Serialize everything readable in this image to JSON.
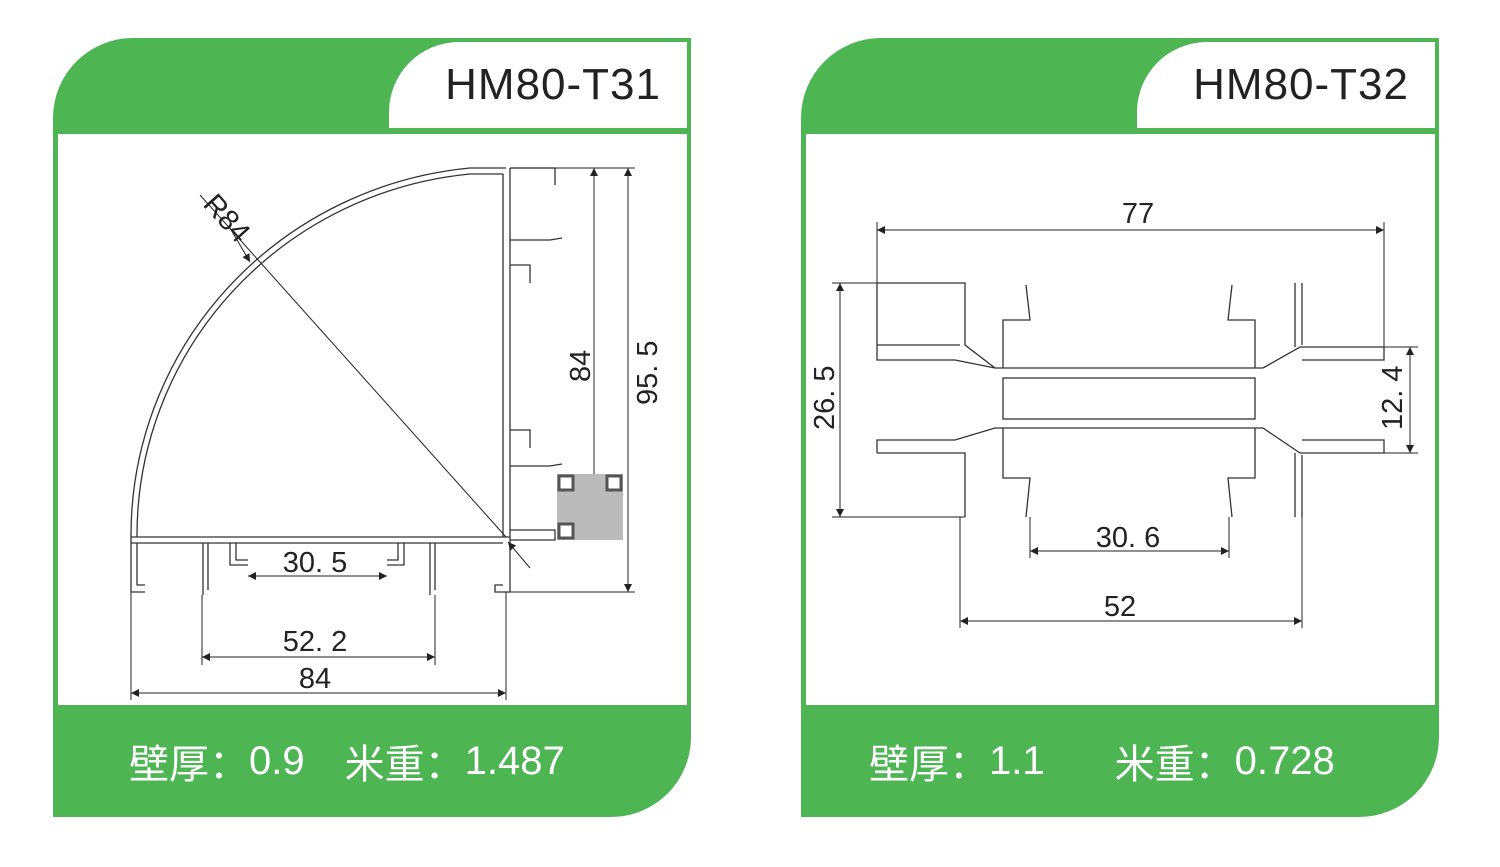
{
  "cards": [
    {
      "title": "HM80-T31",
      "wall_label": "壁厚：",
      "wall_value": "0.9",
      "weight_label": "米重：",
      "weight_value": "1.487",
      "dims": {
        "radius": "R84",
        "inner_height": "84",
        "outer_height": "95. 5",
        "slot": "30. 5",
        "inner_width": "52. 2",
        "width": "84"
      }
    },
    {
      "title": "HM80-T32",
      "wall_label": "壁厚：",
      "wall_value": "1.1",
      "weight_label": "米重：",
      "weight_value": "0.728",
      "dims": {
        "width": "77",
        "height": "26. 5",
        "center_height": "12. 4",
        "slot": "30. 6",
        "inner_width": "52"
      }
    }
  ],
  "colors": {
    "accent": "#4db653"
  }
}
